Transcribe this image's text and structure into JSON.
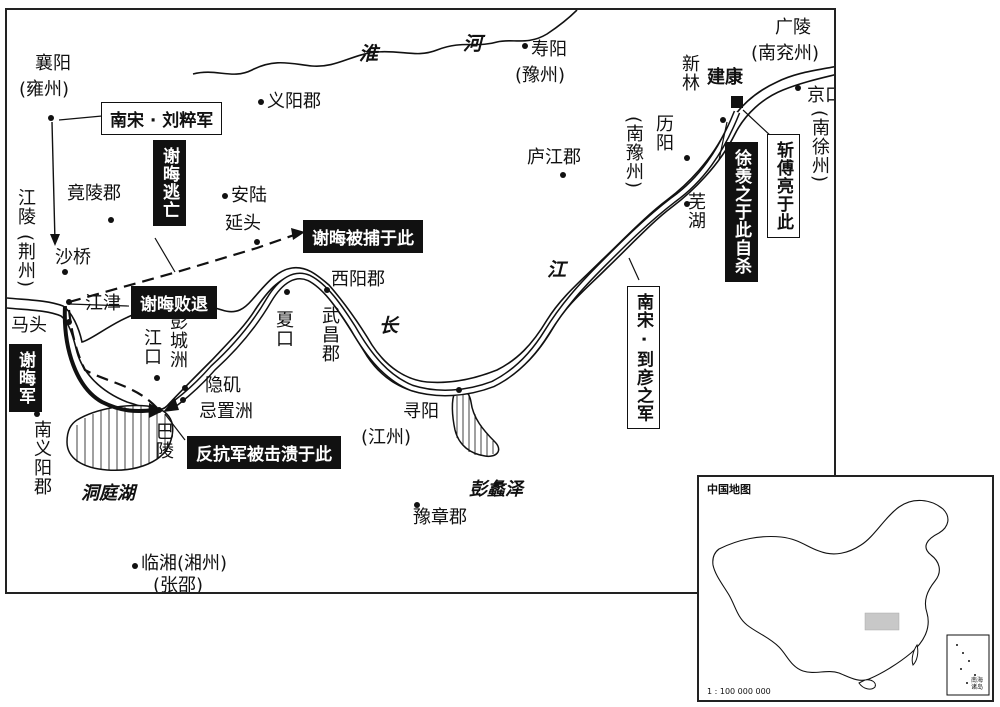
{
  "map": {
    "rivers": {
      "huai": [
        "淮",
        "河"
      ],
      "chang": [
        "长",
        "江"
      ]
    },
    "lakes": {
      "dongting": "洞庭湖",
      "pengli": "彭蠡泽"
    },
    "places": {
      "xiangyang": "襄阳",
      "yongzhou": "(雍州)",
      "shouyang": "寿阳",
      "yuzhou": "(豫州)",
      "guangling": "广陵",
      "nanyanzhou": "(南兖州)",
      "jiankang": "建康",
      "xinlin": "新林",
      "jingkou": "京口",
      "nanxuzhou": "(南徐州)",
      "liyang": "历阳",
      "nanyuzhou": "(南豫州)",
      "wuhu": "芜湖",
      "yiyangjun": "义阳郡",
      "lujiangjun": "庐江郡",
      "jinglingjun": "竟陵郡",
      "anlu": "安陆",
      "yantou": "延头",
      "jiangling": "江陵",
      "jingzhou": "(荆州)",
      "shaqiao": "沙桥",
      "jiangjin": "江津",
      "matou": "马头",
      "jiangkou": "江口",
      "pengchengzhou": "彭城洲",
      "yinji": "隐矶",
      "jizhizhou": "忌置洲",
      "baling": "巴陵",
      "xiakou": "夏口",
      "xiyangjun": "西阳郡",
      "wuchangjun": "武昌郡",
      "xunyang": "寻阳",
      "jiangzhou": "(江州)",
      "nanyiyangjun": "南义阳郡",
      "yuzhangjun": "豫章郡",
      "linxiang": "临湘(湘州)",
      "zhangshao": "(张邵)"
    },
    "annotations": {
      "liucui": "南宋 · 刘粹军",
      "xiehui_flee": "谢晦逃亡",
      "xiehui_caught": "谢晦被捕于此",
      "xiehui_retreat": "谢晦败退",
      "xiehui_army": "谢晦军",
      "rebels_crushed": "反抗军被击溃于此",
      "xu_suicide": "徐羡之于此自杀",
      "fu_beheaded": "斩傅亮于此",
      "daoyan": "南宋 · 到彦之军"
    }
  },
  "inset": {
    "title": "中国地图",
    "scale": "1 : 100 000 000",
    "south_sea": "南海诸岛"
  }
}
